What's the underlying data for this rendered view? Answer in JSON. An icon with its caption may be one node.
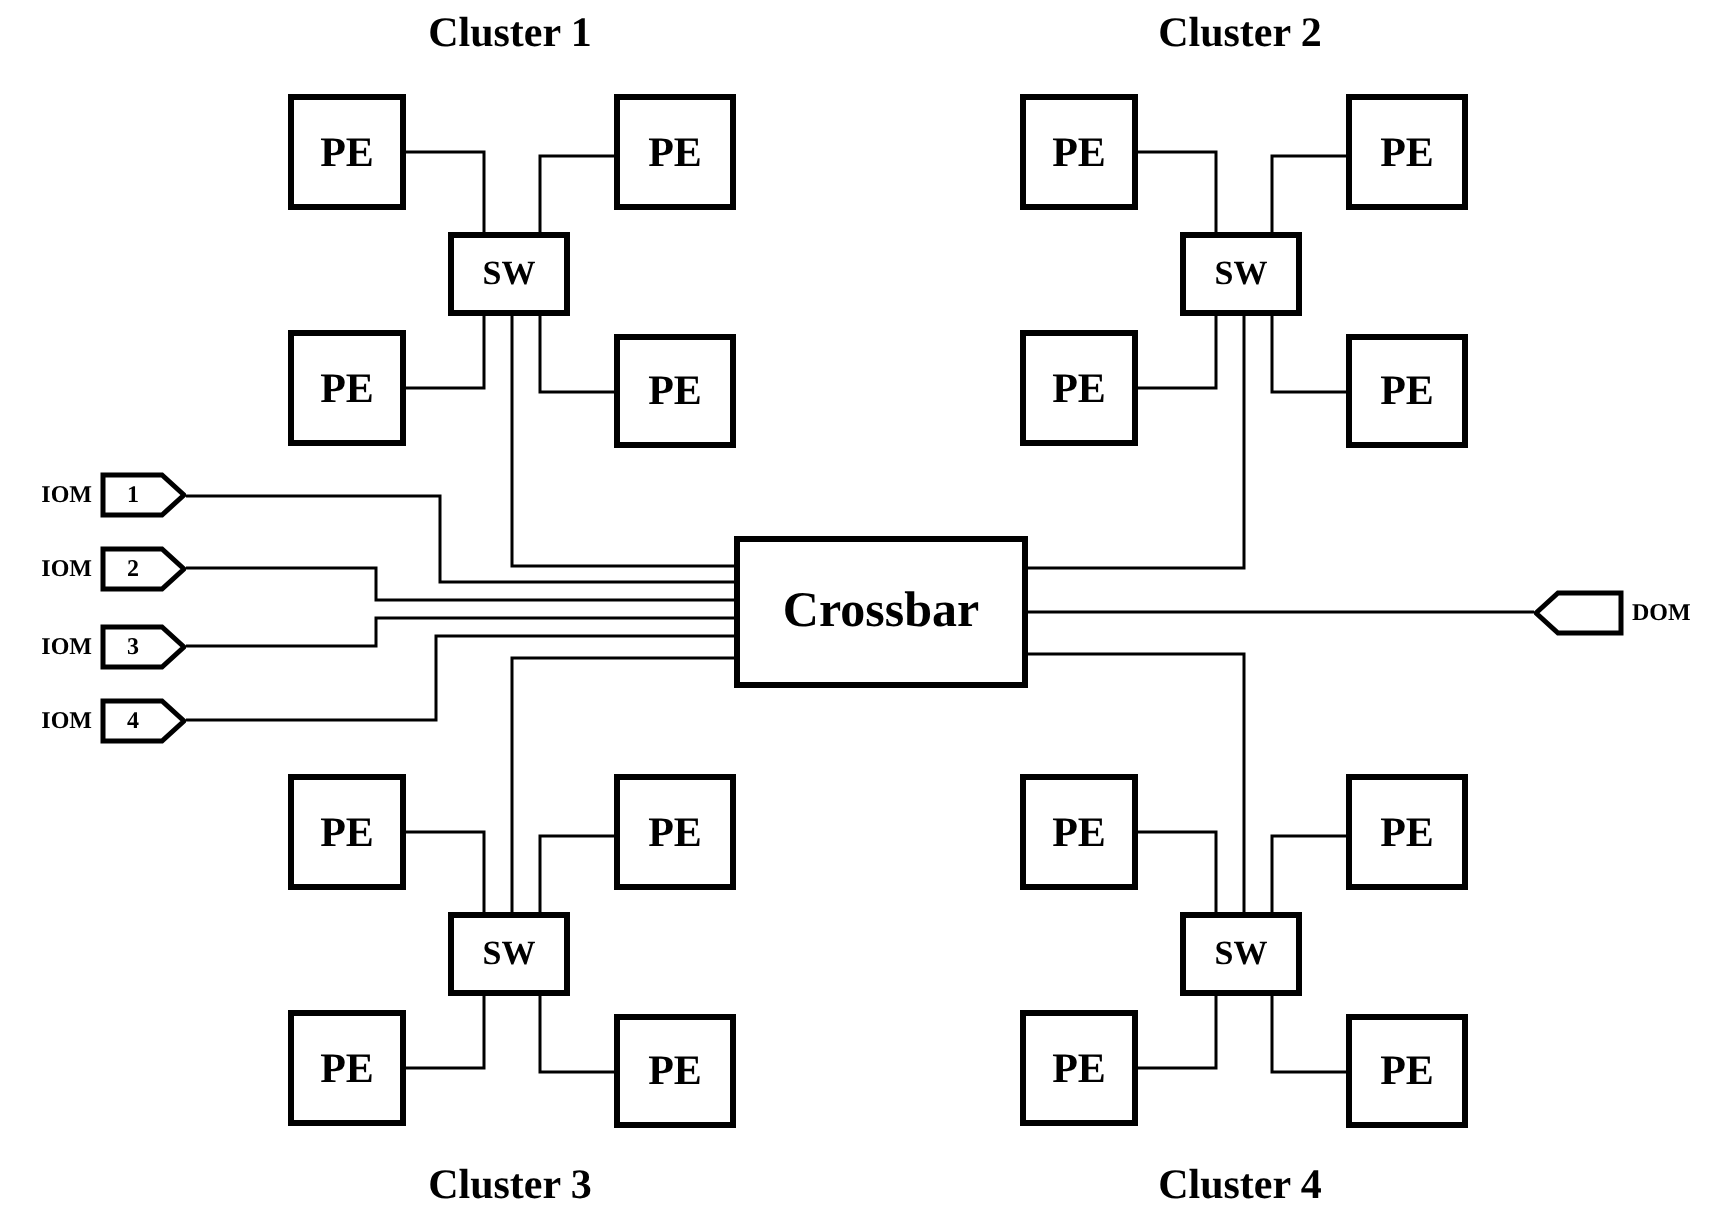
{
  "diagram": {
    "nodes": [
      {
        "text": [
          "PE"
        ]
      },
      {
        "text": [
          "PE"
        ]
      },
      {
        "text": [
          "SW"
        ]
      },
      {
        "text": [
          "PE"
        ]
      },
      {
        "text": [
          "PE"
        ]
      },
      {
        "text": [
          "PE"
        ]
      },
      {
        "text": [
          "PE"
        ]
      },
      {
        "text": [
          "SW"
        ]
      },
      {
        "text": [
          "PE"
        ]
      },
      {
        "text": [
          "PE"
        ]
      },
      {
        "text": [
          "1"
        ],
        "beside": [
          "IOM"
        ]
      },
      {
        "text": [
          "2"
        ],
        "beside": [
          "IOM"
        ]
      },
      {
        "text": [
          "Crossbar"
        ]
      },
      {
        "text": [],
        "shape": "pentagon",
        "beside": [
          "DOM"
        ]
      },
      {
        "text": [
          "3"
        ],
        "beside": [
          "IOM"
        ]
      },
      {
        "text": [
          "4"
        ],
        "beside": [
          "IOM"
        ]
      },
      {
        "text": [
          "PE"
        ]
      },
      {
        "text": [
          "PE"
        ]
      },
      {
        "text": [
          "SW"
        ]
      },
      {
        "text": [
          "PE"
        ]
      },
      {
        "text": [
          "PE"
        ]
      },
      {
        "text": [
          "PE"
        ]
      },
      {
        "text": [
          "PE"
        ]
      },
      {
        "text": [
          "SW"
        ]
      },
      {
        "text": [
          "PE"
        ]
      },
      {
        "text": [
          "PE"
        ]
      }
    ],
    "edges": [
      {
        "from": 0,
        "to": 2,
        "arrow": "none"
      },
      {
        "from": 1,
        "to": 2,
        "arrow": "none"
      },
      {
        "from": 3,
        "to": 2,
        "arrow": "none"
      },
      {
        "from": 4,
        "to": 2,
        "arrow": "none"
      },
      {
        "from": 2,
        "to": 12,
        "arrow": "none"
      },
      {
        "from": 5,
        "to": 7,
        "arrow": "none"
      },
      {
        "from": 6,
        "to": 7,
        "arrow": "none"
      },
      {
        "from": 8,
        "to": 7,
        "arrow": "none"
      },
      {
        "from": 9,
        "to": 7,
        "arrow": "none"
      },
      {
        "from": 7,
        "to": 12,
        "arrow": "none"
      },
      {
        "from": 10,
        "to": 12,
        "arrow": "none"
      },
      {
        "from": 11,
        "to": 12,
        "arrow": "none"
      },
      {
        "from": 12,
        "to": 13,
        "arrow": "none"
      },
      {
        "from": 14,
        "to": 12,
        "arrow": "none"
      },
      {
        "from": 15,
        "to": 12,
        "arrow": "none"
      },
      {
        "from": 16,
        "to": 18,
        "arrow": "none"
      },
      {
        "from": 17,
        "to": 18,
        "arrow": "none"
      },
      {
        "from": 19,
        "to": 18,
        "arrow": "none"
      },
      {
        "from": 20,
        "to": 18,
        "arrow": "none"
      },
      {
        "from": 18,
        "to": 12,
        "arrow": "none"
      },
      {
        "from": 21,
        "to": 23,
        "arrow": "none"
      },
      {
        "from": 22,
        "to": 23,
        "arrow": "none"
      },
      {
        "from": 24,
        "to": 23,
        "arrow": "none"
      },
      {
        "from": 25,
        "to": 23,
        "arrow": "none"
      },
      {
        "from": 23,
        "to": 12,
        "arrow": "none"
      }
    ],
    "labels": [
      "Cluster 1",
      "Cluster 2",
      "Cluster 3",
      "Cluster 4"
    ]
  }
}
